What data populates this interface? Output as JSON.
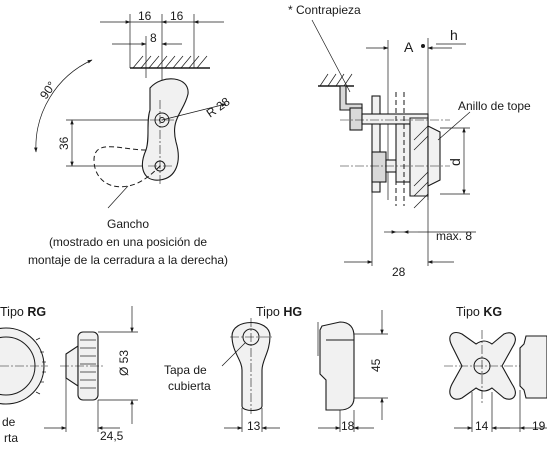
{
  "labels": {
    "contrapieza": "* Contrapieza",
    "anillo_tope": "Anillo de tope",
    "gancho": "Gancho",
    "gancho_desc_1": "(mostrado en una posición de",
    "gancho_desc_2": "montaje de la cerradura a la derecha)",
    "tapa_1": "Tapa de",
    "tapa_2": "cubierta",
    "tapa_cut_1": "de",
    "tapa_cut_2": "rta"
  },
  "dimensions": {
    "d16a": "16",
    "d16b": "16",
    "d8": "8",
    "d90": "90°",
    "d36": "36",
    "r28": "R 28",
    "dA": "A",
    "dh": "h",
    "dd": "d",
    "max8": "max. 8",
    "d28": "28",
    "d53": "Ø 53",
    "d24_5": "24,5",
    "d13": "13",
    "d18": "18",
    "d45": "45",
    "d14": "14",
    "d19": "19"
  },
  "types": {
    "rg_prefix": "Tipo ",
    "rg_code": "RG",
    "hg_prefix": "Tipo ",
    "hg_code": "HG",
    "kg_prefix": "Tipo ",
    "kg_code": "KG"
  }
}
